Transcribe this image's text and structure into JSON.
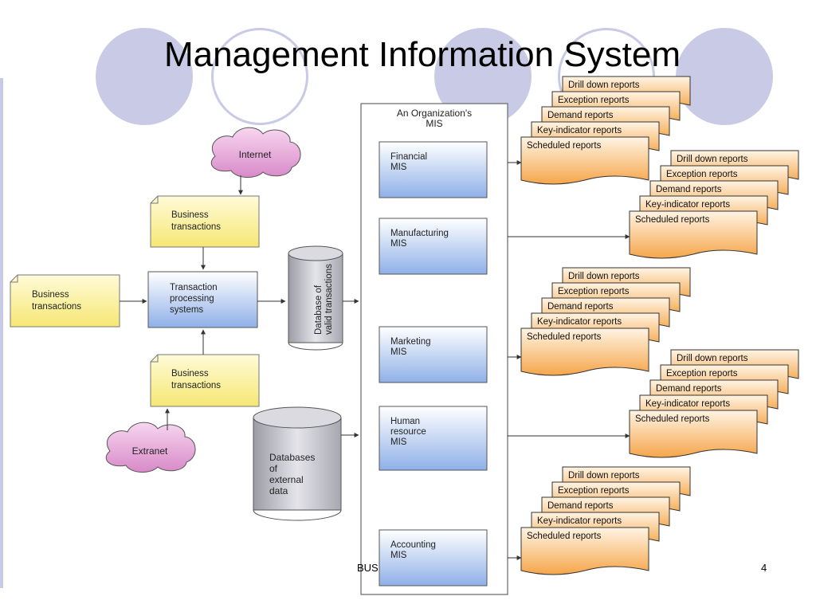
{
  "slide": {
    "title": "Management Information System",
    "footer": "BUS",
    "page_number": "4"
  },
  "diagram": {
    "cloud_internet": "Internet",
    "cloud_extranet": "Extranet",
    "business_transactions_top": [
      "Business",
      "transactions"
    ],
    "business_transactions_left": [
      "Business",
      "transactions"
    ],
    "business_transactions_bottom": [
      "Business",
      "transactions"
    ],
    "tps": [
      "Transaction",
      "processing",
      "systems"
    ],
    "db_valid": [
      "Database of",
      "valid transactions"
    ],
    "db_external": [
      "Databases",
      "of",
      "external",
      "data"
    ],
    "org_title": [
      "An Organization's",
      "MIS"
    ],
    "mis_units": [
      {
        "lines": [
          "Financial",
          "MIS"
        ]
      },
      {
        "lines": [
          "Manufacturing",
          "MIS"
        ]
      },
      {
        "lines": [
          "Marketing",
          "MIS"
        ]
      },
      {
        "lines": [
          "Human",
          "resource",
          "MIS"
        ]
      },
      {
        "lines": [
          "Accounting",
          "MIS"
        ]
      }
    ],
    "report_types": [
      "Drill down reports",
      "Exception reports",
      "Demand reports",
      "Key-indicator reports",
      "Scheduled reports"
    ]
  },
  "colors": {
    "decor_circle": "#c9cbe6",
    "note_yellow": "#fbf3a6",
    "mis_blue": "#a9c3ee",
    "report_orange": "#f7b562",
    "cloud_pink": "#e7a6da",
    "cylinder_gray": "#c9c9cf"
  }
}
